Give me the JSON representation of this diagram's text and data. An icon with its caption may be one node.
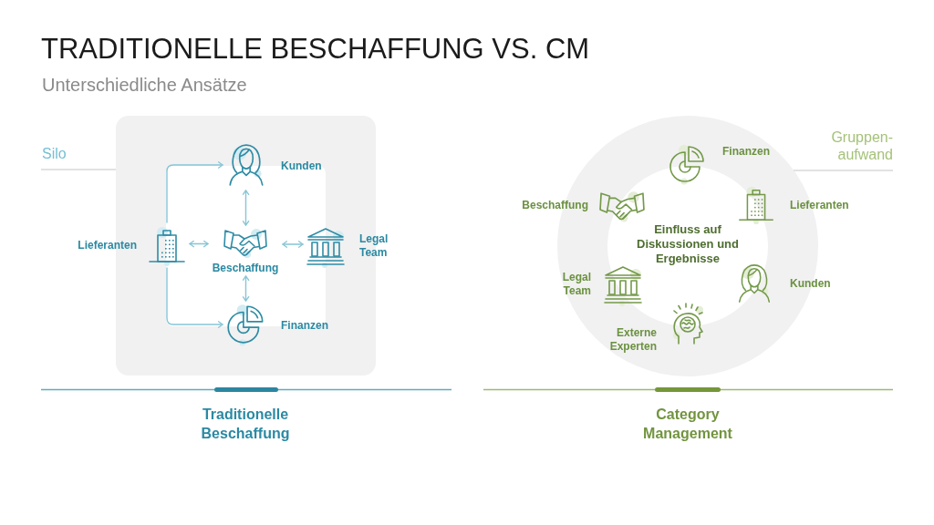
{
  "diagram": {
    "title": "TRADITIONELLE BESCHAFFUNG VS. CM",
    "nodes": [
      {
        "text": [],
        "shape": "box"
      },
      {
        "text": [
          "Kunden"
        ],
        "in": 0
      },
      {
        "text": [
          "Lieferanten"
        ]
      },
      {
        "text": [
          "Beschaffung"
        ],
        "in": 0
      },
      {
        "text": [
          "Legal Team"
        ]
      },
      {
        "text": [
          "Finanzen"
        ],
        "in": 0
      },
      {
        "text": [
          "Einfluss auf Diskussionen und Ergebnisse"
        ]
      },
      {
        "text": [
          "Finanzen"
        ],
        "in": 6
      },
      {
        "text": [
          "Beschaffung"
        ]
      },
      {
        "text": [
          "Lieferanten"
        ]
      },
      {
        "text": [
          "Legal Team"
        ],
        "in": 6
      },
      {
        "text": [
          "Kunden"
        ]
      },
      {
        "text": [
          "Externe Experten"
        ],
        "in": 6
      }
    ],
    "edges": [
      {
        "from": 2,
        "to": 1,
        "arrow": "to"
      },
      {
        "from": 1,
        "to": 3,
        "arrow": "both"
      },
      {
        "from": 2,
        "to": 3,
        "arrow": "both"
      },
      {
        "from": 3,
        "to": 4,
        "arrow": "both"
      },
      {
        "from": 3,
        "to": 5,
        "arrow": "both"
      },
      {
        "from": 2,
        "to": 5,
        "arrow": "to"
      }
    ],
    "labels": [
      "Unterschiedliche Ansätze",
      "Silo",
      "Gruppen- aufwand",
      "Traditionelle Beschaffung",
      "Category Management"
    ]
  }
}
